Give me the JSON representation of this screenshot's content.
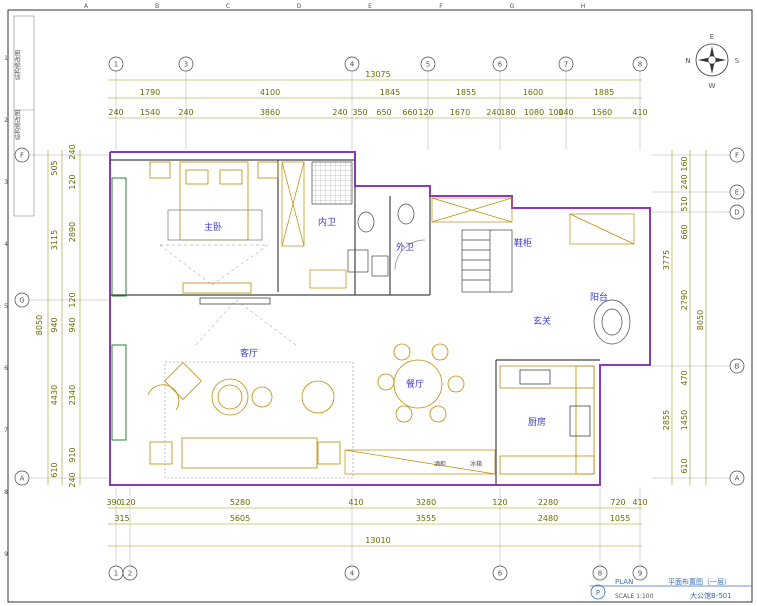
{
  "title_block": {
    "plan_en": "PLAN",
    "plan_cn": "平面布置图（一层）",
    "scale": "SCALE 1:100",
    "project": "大公馆B-501",
    "sheet_no": "P"
  },
  "compass": {
    "n": "N",
    "s": "S",
    "e": "E",
    "w": "W"
  },
  "side_strip": {
    "a": "结构修改图",
    "b": "结构修改图"
  },
  "top_edge_letters": [
    "A",
    "B",
    "C",
    "D",
    "E",
    "F",
    "G",
    "H"
  ],
  "left_edge_numbers": [
    "1",
    "2",
    "3",
    "4",
    "5",
    "6",
    "7",
    "8",
    "9"
  ],
  "grid_top": [
    "1",
    "3",
    "4",
    "5",
    "6",
    "7",
    "8"
  ],
  "grid_bottom": [
    "1",
    "2",
    "4",
    "6",
    "8",
    "9"
  ],
  "grid_left": [
    "F",
    "G",
    "A"
  ],
  "grid_right": [
    "F",
    "E",
    "D",
    "B",
    "A"
  ],
  "dims": {
    "top_total": "13075",
    "top_row1": [
      "1790",
      "4100",
      "1845",
      "1855",
      "1600",
      "1885"
    ],
    "top_row2": [
      "240",
      "1540",
      "240",
      "3860",
      "240",
      "350",
      "650",
      "660",
      "120",
      "1670",
      "240",
      "180",
      "1080",
      "100",
      "140",
      "1560",
      "410"
    ],
    "bottom_row1": [
      "390",
      "120",
      "5280",
      "410",
      "3280",
      "120",
      "2280",
      "720",
      "410"
    ],
    "bottom_row2": [
      "315",
      "5605",
      "3555",
      "2480",
      "1055"
    ],
    "bottom_total": "13010",
    "left_outer": [
      "505",
      "3115",
      "940",
      "4430",
      "610"
    ],
    "left_inner": [
      "240",
      "120",
      "2890",
      "940",
      "120",
      "2340",
      "910",
      "240"
    ],
    "left_total": "8050",
    "right_inner": [
      "160",
      "240",
      "510",
      "660",
      "2790",
      "470",
      "1450",
      "610"
    ],
    "right_outer": [
      "3775",
      "2855"
    ],
    "right_total": "8050"
  },
  "rooms": {
    "master": "主卧",
    "inner_bath": "内卫",
    "outer_bath": "外卫",
    "living": "客厅",
    "dining": "餐厅",
    "entry": "玄关",
    "balcony": "阳台",
    "kitchen": "厨房",
    "shoe_cabinet": "鞋柜",
    "wine": "酒柜",
    "fridge": "冰箱"
  }
}
